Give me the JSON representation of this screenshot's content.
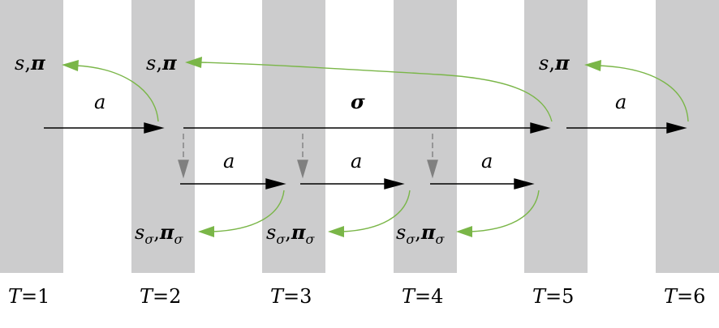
{
  "diagram": {
    "state_label": {
      "s": "s",
      "sep": ",",
      "pi": "π"
    },
    "option_state_label": {
      "s": "s",
      "sub": "σ",
      "sep": ",",
      "pi": "π"
    },
    "action_label": "a",
    "option_label": "σ",
    "time_labels": [
      {
        "var": "T",
        "eq": "=",
        "num": "1"
      },
      {
        "var": "T",
        "eq": "=",
        "num": "2"
      },
      {
        "var": "T",
        "eq": "=",
        "num": "3"
      },
      {
        "var": "T",
        "eq": "=",
        "num": "4"
      },
      {
        "var": "T",
        "eq": "=",
        "num": "5"
      },
      {
        "var": "T",
        "eq": "=",
        "num": "6"
      }
    ],
    "colors": {
      "band": "#cccccd",
      "arrow": "#000000",
      "return_arrow": "#7ab648",
      "dashed": "#808080"
    }
  }
}
